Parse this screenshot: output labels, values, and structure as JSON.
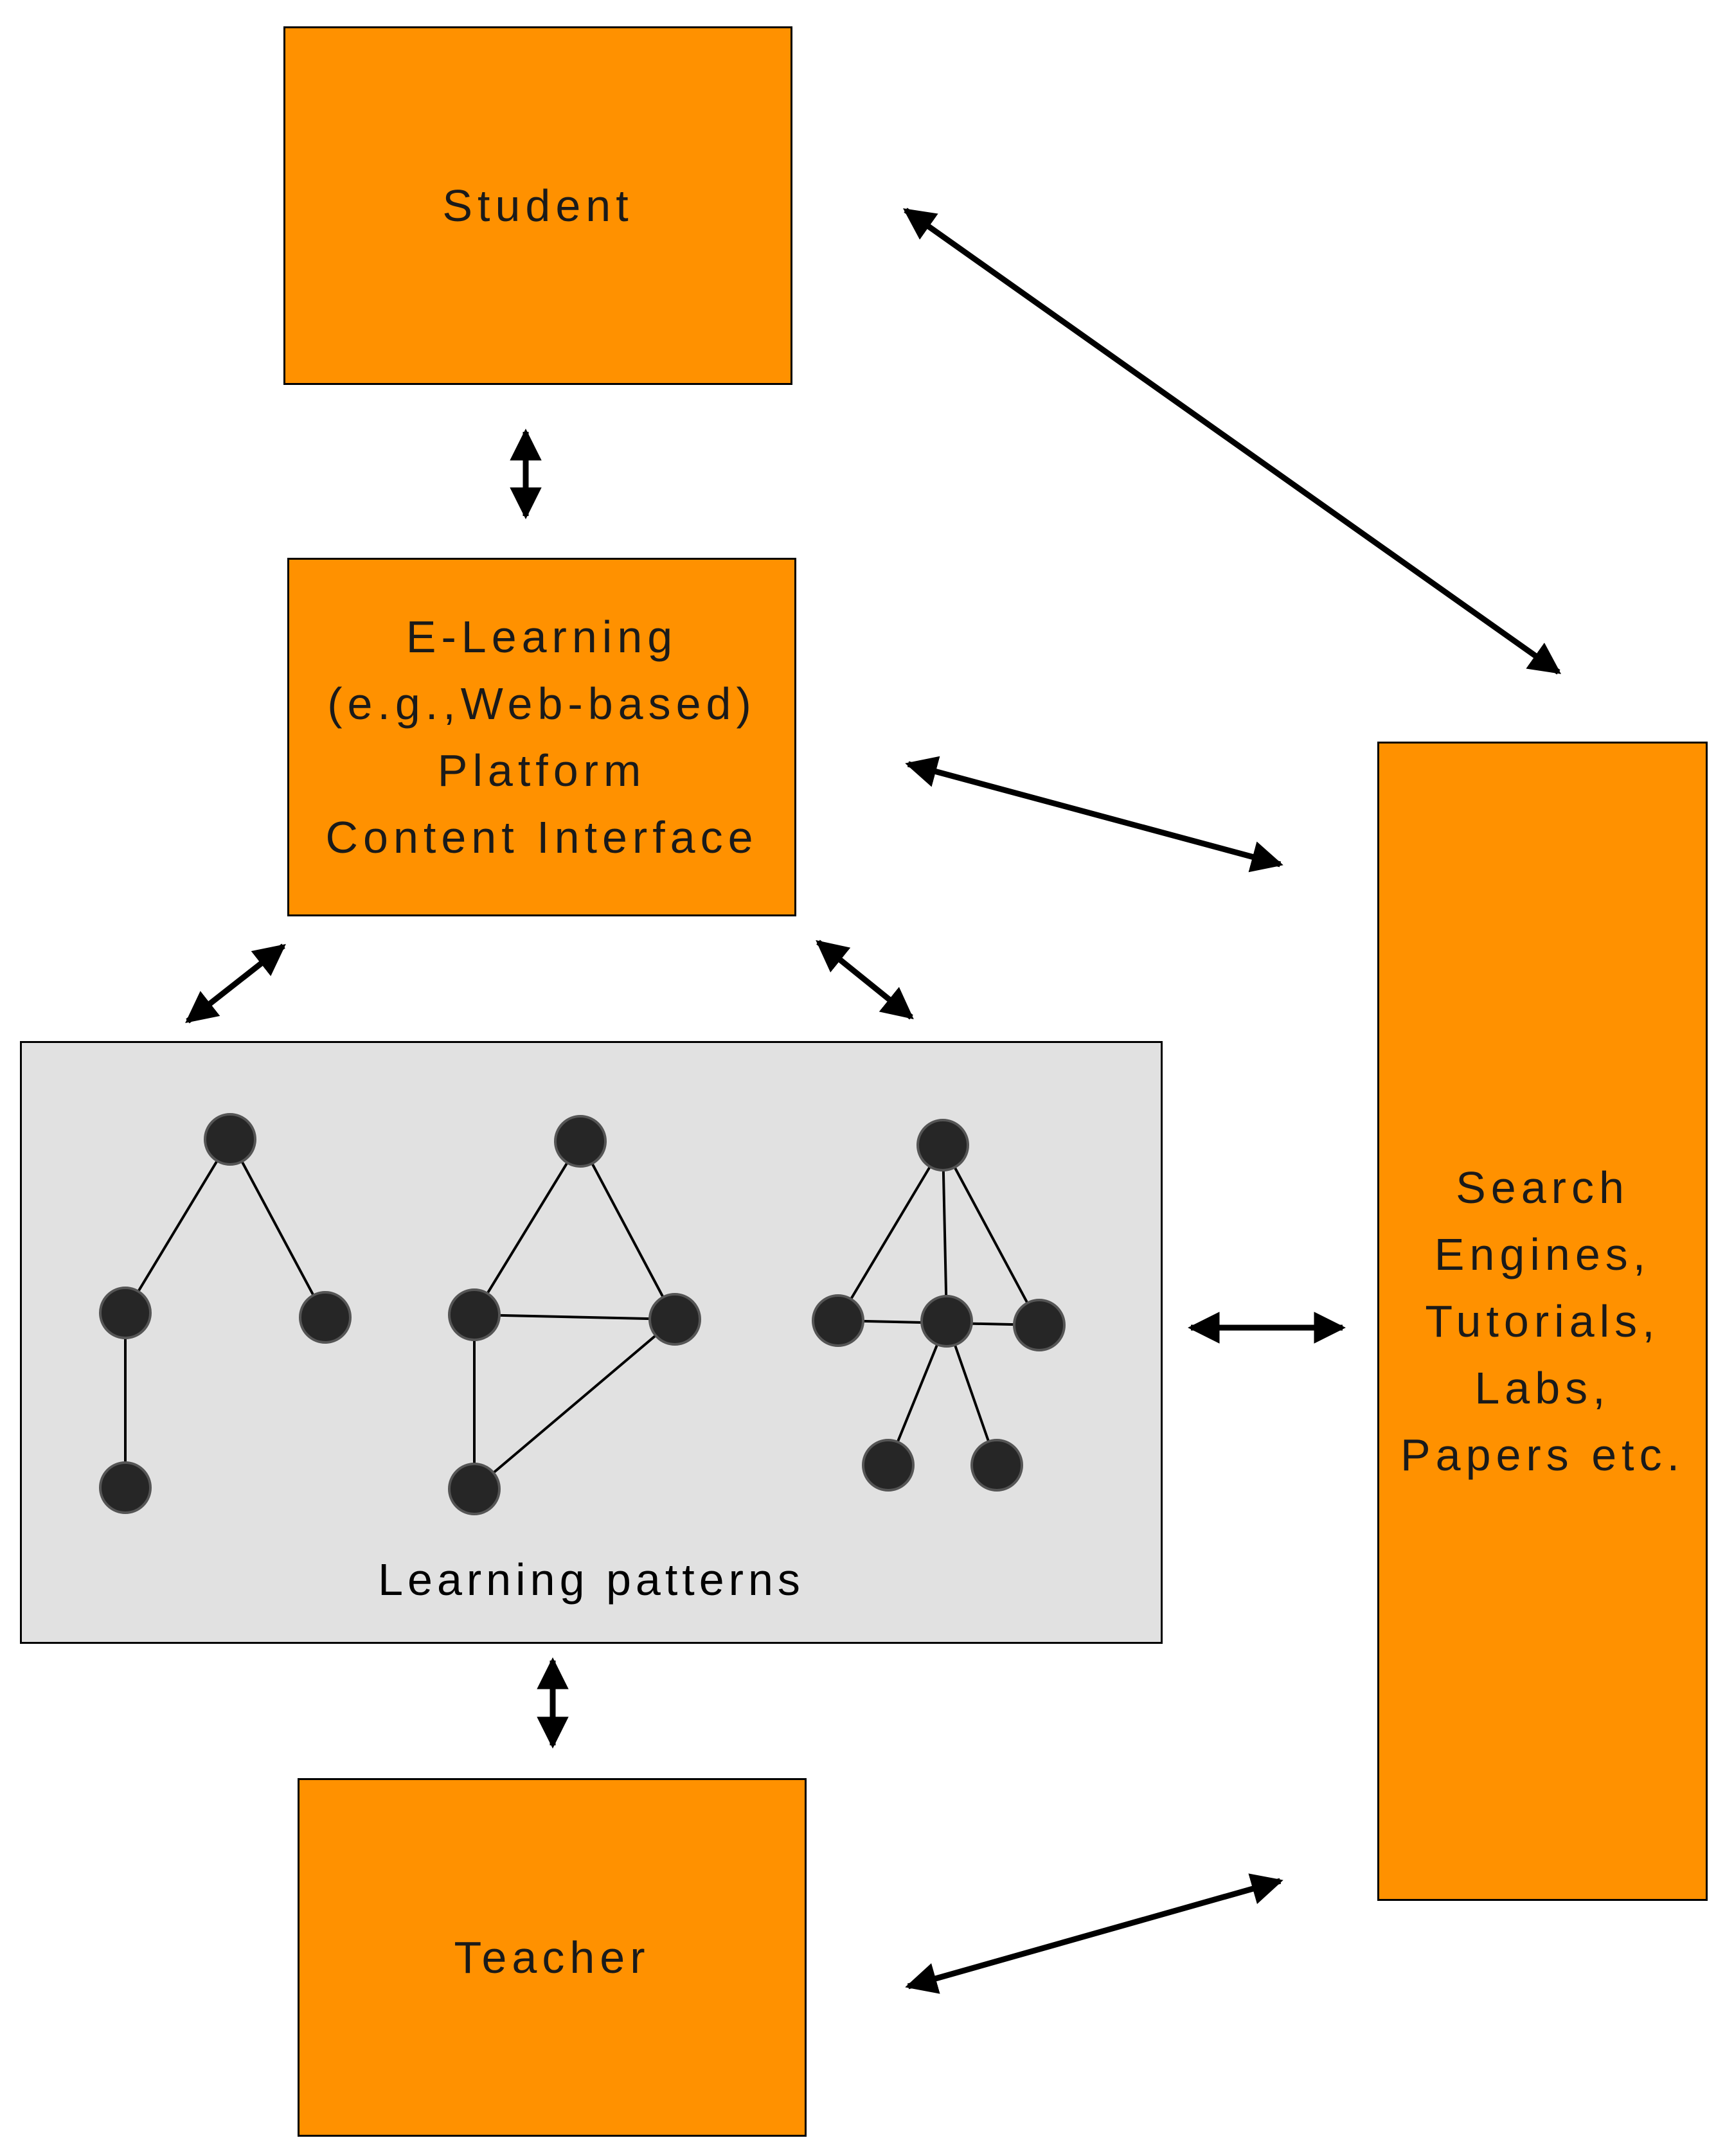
{
  "nodes": {
    "student": {
      "lines": [
        "Student"
      ]
    },
    "platform": {
      "lines": [
        "E-Learning",
        "(e.g.,Web-based)",
        "Platform",
        "Content Interface"
      ]
    },
    "learning_patterns": {
      "label": "Learning patterns"
    },
    "teacher": {
      "lines": [
        "Teacher"
      ]
    },
    "resources": {
      "lines": [
        "Search",
        "Engines,",
        "Tutorials,",
        "Labs,",
        "Papers etc."
      ]
    }
  },
  "connections": [
    {
      "from": "student",
      "to": "platform",
      "type": "bidirectional"
    },
    {
      "from": "student",
      "to": "resources",
      "type": "bidirectional"
    },
    {
      "from": "platform",
      "to": "resources",
      "type": "bidirectional"
    },
    {
      "from": "platform",
      "to": "learning_patterns",
      "type": "bidirectional"
    },
    {
      "from": "platform",
      "to": "learning_patterns",
      "type": "bidirectional"
    },
    {
      "from": "learning_patterns",
      "to": "resources",
      "type": "bidirectional"
    },
    {
      "from": "learning_patterns",
      "to": "teacher",
      "type": "bidirectional"
    },
    {
      "from": "teacher",
      "to": "resources",
      "type": "bidirectional"
    }
  ],
  "colors": {
    "box_fill": "#FF9100",
    "panel_fill": "#E1E1E1",
    "node_fill": "#262626",
    "stroke": "#000000"
  }
}
